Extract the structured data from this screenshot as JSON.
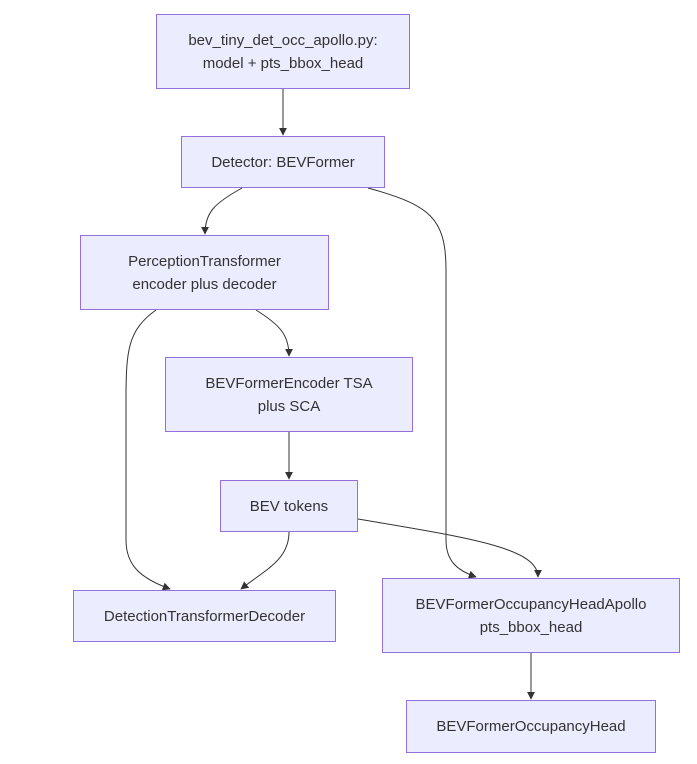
{
  "diagram": {
    "nodes": [
      {
        "id": "script",
        "lines": [
          "bev_tiny_det_occ_apollo.py:",
          "model + pts_bbox_head"
        ]
      },
      {
        "id": "detector",
        "lines": [
          "Detector: BEVFormer"
        ]
      },
      {
        "id": "perception",
        "lines": [
          "PerceptionTransformer",
          "encoder plus decoder"
        ]
      },
      {
        "id": "encoder",
        "lines": [
          "BEVFormerEncoder TSA",
          "plus SCA"
        ]
      },
      {
        "id": "bev_tokens",
        "lines": [
          "BEV tokens"
        ]
      },
      {
        "id": "decoder",
        "lines": [
          "DetectionTransformerDecoder"
        ]
      },
      {
        "id": "occ_head_apollo",
        "lines": [
          "BEVFormerOccupancyHeadApollo",
          "pts_bbox_head"
        ]
      },
      {
        "id": "occ_head",
        "lines": [
          "BEVFormerOccupancyHead"
        ]
      }
    ],
    "edges": [
      {
        "from": "script",
        "to": "detector"
      },
      {
        "from": "detector",
        "to": "perception"
      },
      {
        "from": "detector",
        "to": "occ_head_apollo"
      },
      {
        "from": "perception",
        "to": "encoder"
      },
      {
        "from": "perception",
        "to": "decoder"
      },
      {
        "from": "encoder",
        "to": "bev_tokens"
      },
      {
        "from": "bev_tokens",
        "to": "decoder"
      },
      {
        "from": "bev_tokens",
        "to": "occ_head_apollo"
      },
      {
        "from": "occ_head_apollo",
        "to": "occ_head"
      }
    ]
  }
}
